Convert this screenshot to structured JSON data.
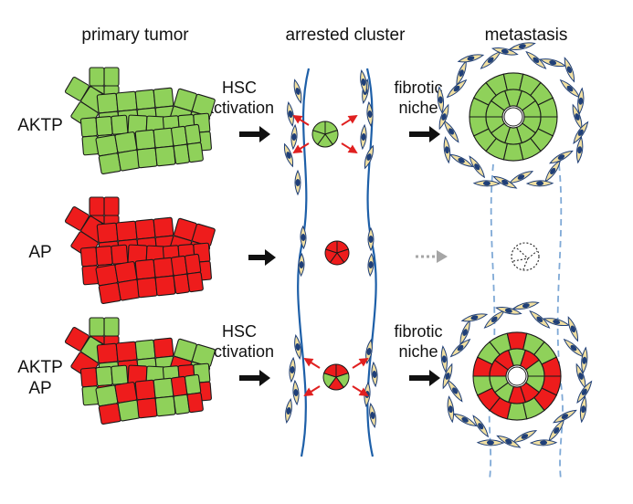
{
  "columns": {
    "primary": "primary tumor",
    "cluster": "arrested cluster",
    "metastasis": "metastasis"
  },
  "rows": {
    "r1": [
      "AKTP"
    ],
    "r2": [
      "AP"
    ],
    "r3": [
      "AKTP",
      "AP"
    ]
  },
  "annotations": {
    "hsc_1": [
      "HSC",
      "activation"
    ],
    "niche_1": [
      "fibrotic",
      "niche"
    ],
    "hsc_3": [
      "HSC",
      "activation"
    ],
    "niche_3": [
      "fibrotic",
      "niche"
    ]
  },
  "colors": {
    "akt": "#8fd15a",
    "ap": "#ee1c1c",
    "vessel": "#1d5fa8",
    "stroma_fill": "#f1dfa0",
    "stroma_nucleus": "#1f3f78",
    "arrow": "#111111",
    "faded_arrow": "#a6a6a6",
    "red_arrow": "#e02020"
  }
}
